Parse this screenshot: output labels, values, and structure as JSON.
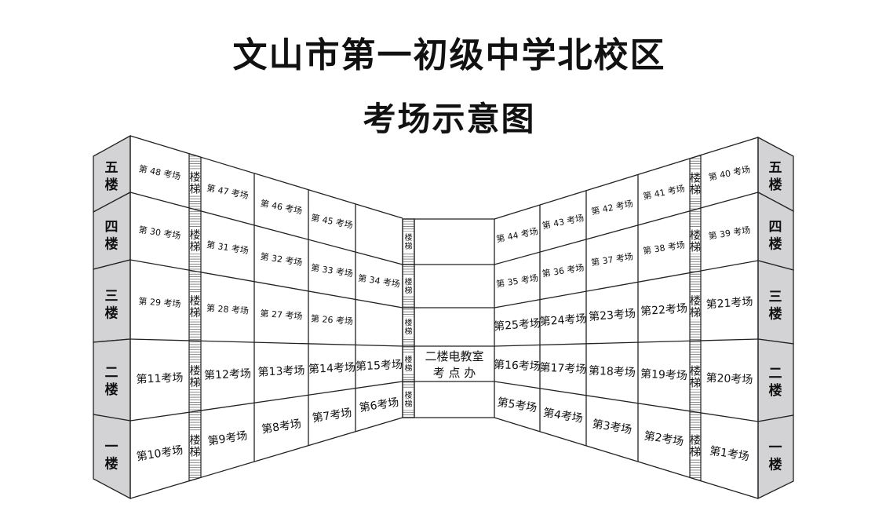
{
  "title_line1": "文山市第一初级中学北校区",
  "title_line2": "考场示意图",
  "floor_labels": [
    "五楼",
    "四楼",
    "三楼",
    "二楼",
    "一楼"
  ],
  "stair_label": "楼梯",
  "left_wing": {
    "rooms": [
      [
        "第 48 考场",
        "第 47 考场",
        "第 46 考场",
        "第 45 考场",
        ""
      ],
      [
        "第 30 考场",
        "第 31 考场",
        "第 32 考场",
        "第 33 考场",
        "第 34 考场"
      ],
      [
        "第 29 考场",
        "第 28 考场",
        "第 27 考场",
        "第 26 考场",
        ""
      ],
      [
        "第11考场",
        "第12考场",
        "第13考场",
        "第14考场",
        "第15考场"
      ],
      [
        "第10考场",
        "第9考场",
        "第8考场",
        "第7考场",
        "第6考场"
      ]
    ]
  },
  "center": {
    "office_line1": "二楼电教室",
    "office_line2": "考 点 办"
  },
  "right_wing": {
    "rooms": [
      [
        "第 44 考场",
        "第 43 考场",
        "第 42 考场",
        "第 41 考场",
        "第 40 考场"
      ],
      [
        "第 35 考场",
        "第 36 考场",
        "第 37 考场",
        "第 38 考场",
        "第 39 考场"
      ],
      [
        "第25考场",
        "第24考场",
        "第23考场",
        "第22考场",
        "第21考场"
      ],
      [
        "第16考场",
        "第17考场",
        "第18考场",
        "第19考场",
        "第20考场"
      ],
      [
        "第5考场",
        "第4考场",
        "第3考场",
        "第2考场",
        "第1考场"
      ]
    ]
  },
  "colors": {
    "side_gray": "#d3d3d5",
    "line": "#222222"
  }
}
